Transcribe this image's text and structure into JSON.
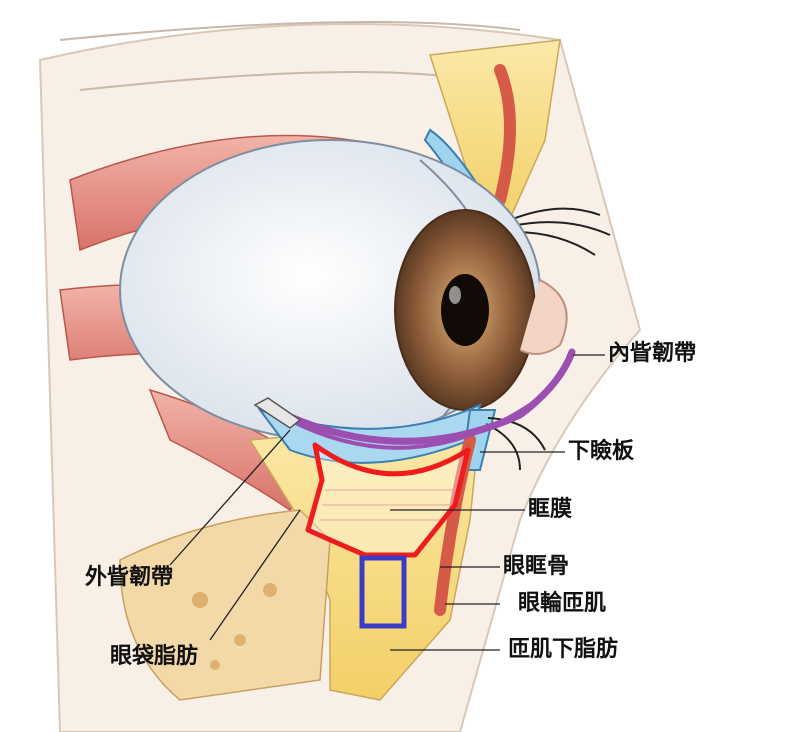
{
  "labels": {
    "medial_canthal_tendon": "內眥韌帶",
    "tarsal_plate": "下瞼板",
    "orbital_septum": "眶膜",
    "orbital_bone": "眼眶骨",
    "orbicularis_oculi": "眼輪匝肌",
    "lateral_canthal_tendon": "外眥韌帶",
    "suborbicularis_fat": "匝肌下脂肪",
    "orbital_fat_pad": "眼袋脂肪"
  },
  "colors": {
    "canthal_tendon_highlight": "#9b4fb0",
    "orbital_fat_outline": "#ee1c1c",
    "suborbicularis_box": "#3a3dc4",
    "fat": "#f5d77a",
    "muscle": "#e07a6a",
    "sclera": "#eef3f8",
    "iris": "#7a4a2e",
    "conjunctiva": "#a9d8f0"
  }
}
